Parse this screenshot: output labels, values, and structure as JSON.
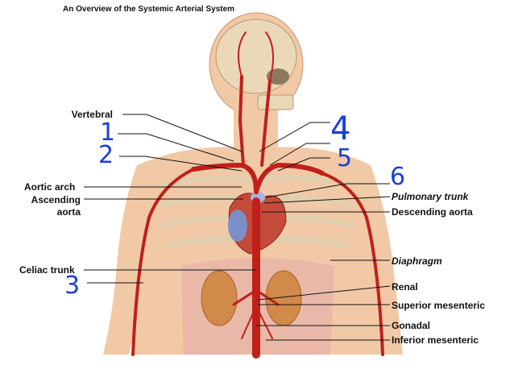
{
  "title": "An Overview of the Systemic Arterial System",
  "left_labels": {
    "vertebral": "Vertebral",
    "aortic_arch": "Aortic arch",
    "ascending_1": "Ascending",
    "ascending_2": "aorta",
    "celiac": "Celiac trunk"
  },
  "right_labels": {
    "pulmonary": "Pulmonary trunk",
    "descending": "Descending aorta",
    "diaphragm": "Diaphragm",
    "renal": "Renal",
    "superior": "Superior mesenteric",
    "gonadal": "Gonadal",
    "inferior": "Inferior mesenteric"
  },
  "handwritten": {
    "n1": "1",
    "n2": "2",
    "n3": "3",
    "n4": "4",
    "n5": "5",
    "n6": "6"
  },
  "colors": {
    "skin": "#f1c9a6",
    "artery": "#c0201a",
    "handwriting": "#1a3fd8"
  }
}
